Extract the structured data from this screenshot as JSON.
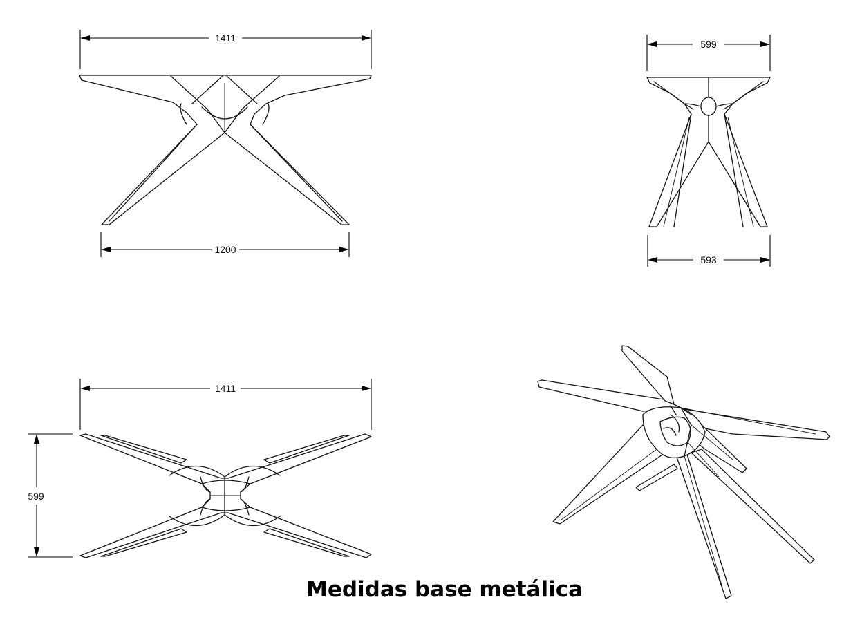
{
  "caption": "Medidas base metálica",
  "views": {
    "front": {
      "top_width": "1411",
      "foot_width": "1200"
    },
    "side": {
      "top_width": "599",
      "foot_width": "593"
    },
    "plan": {
      "width": "1411",
      "depth": "599"
    },
    "isometric": {}
  }
}
